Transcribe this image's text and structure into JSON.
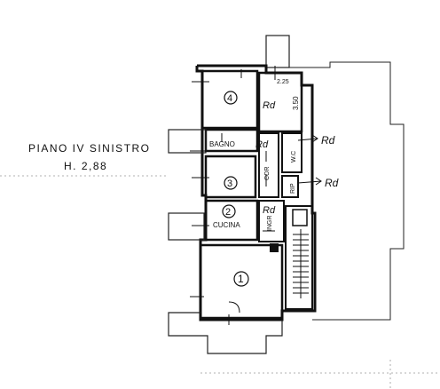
{
  "plan": {
    "title": "PIANO IV SINISTRO",
    "height_label": "H. 2,88"
  },
  "rooms": [
    {
      "number": "4"
    },
    {
      "number": "3"
    },
    {
      "number": "2"
    },
    {
      "number": "1"
    }
  ],
  "labels": {
    "bagno": "BAGNO",
    "cucina": "CUCINA",
    "cor": "COR",
    "ingr": "INGR",
    "wc": "W.C",
    "rip": "RIP",
    "dim_225": "2.25",
    "dim_350": "3.50"
  },
  "annotations": {
    "handwritten_1": "Rd",
    "handwritten_2": "Rd",
    "handwritten_3": "Rd",
    "handwritten_4": "Rd",
    "handwritten_5": "Rd"
  }
}
